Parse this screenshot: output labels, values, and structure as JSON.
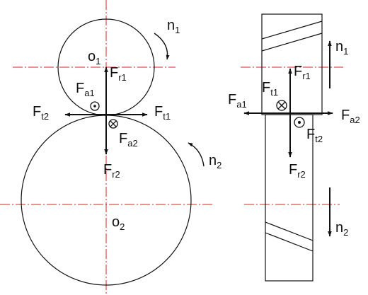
{
  "colors": {
    "ink": "#111111",
    "centerline": "#d42424",
    "background": "#ffffff"
  },
  "icons": [
    "dot-in-circle-icon",
    "cross-in-circle-icon",
    "arrow-icon",
    "curved-arrow-icon"
  ],
  "labels": {
    "n1": {
      "base": "n",
      "sub": "1"
    },
    "n2": {
      "base": "n",
      "sub": "2"
    },
    "o1": {
      "base": "o",
      "sub": "1"
    },
    "o2": {
      "base": "o",
      "sub": "2"
    },
    "left_Fr1": {
      "base": "F",
      "sub": "r1"
    },
    "left_Fa1": {
      "base": "F",
      "sub": "a1"
    },
    "left_Ft2": {
      "base": "F",
      "sub": "t2"
    },
    "left_Ft1": {
      "base": "F",
      "sub": "t1"
    },
    "left_Fa2": {
      "base": "F",
      "sub": "a2"
    },
    "left_Fr2": {
      "base": "F",
      "sub": "r2"
    },
    "right_n1": {
      "base": "n",
      "sub": "1"
    },
    "right_n2": {
      "base": "n",
      "sub": "2"
    },
    "right_Ft1": {
      "base": "F",
      "sub": "t1"
    },
    "right_Fr1": {
      "base": "F",
      "sub": "r1"
    },
    "right_Fa1": {
      "base": "F",
      "sub": "a1"
    },
    "right_Fa2": {
      "base": "F",
      "sub": "a2"
    },
    "right_Ft2": {
      "base": "F",
      "sub": "t2"
    },
    "right_Fr2": {
      "base": "F",
      "sub": "r2"
    }
  }
}
